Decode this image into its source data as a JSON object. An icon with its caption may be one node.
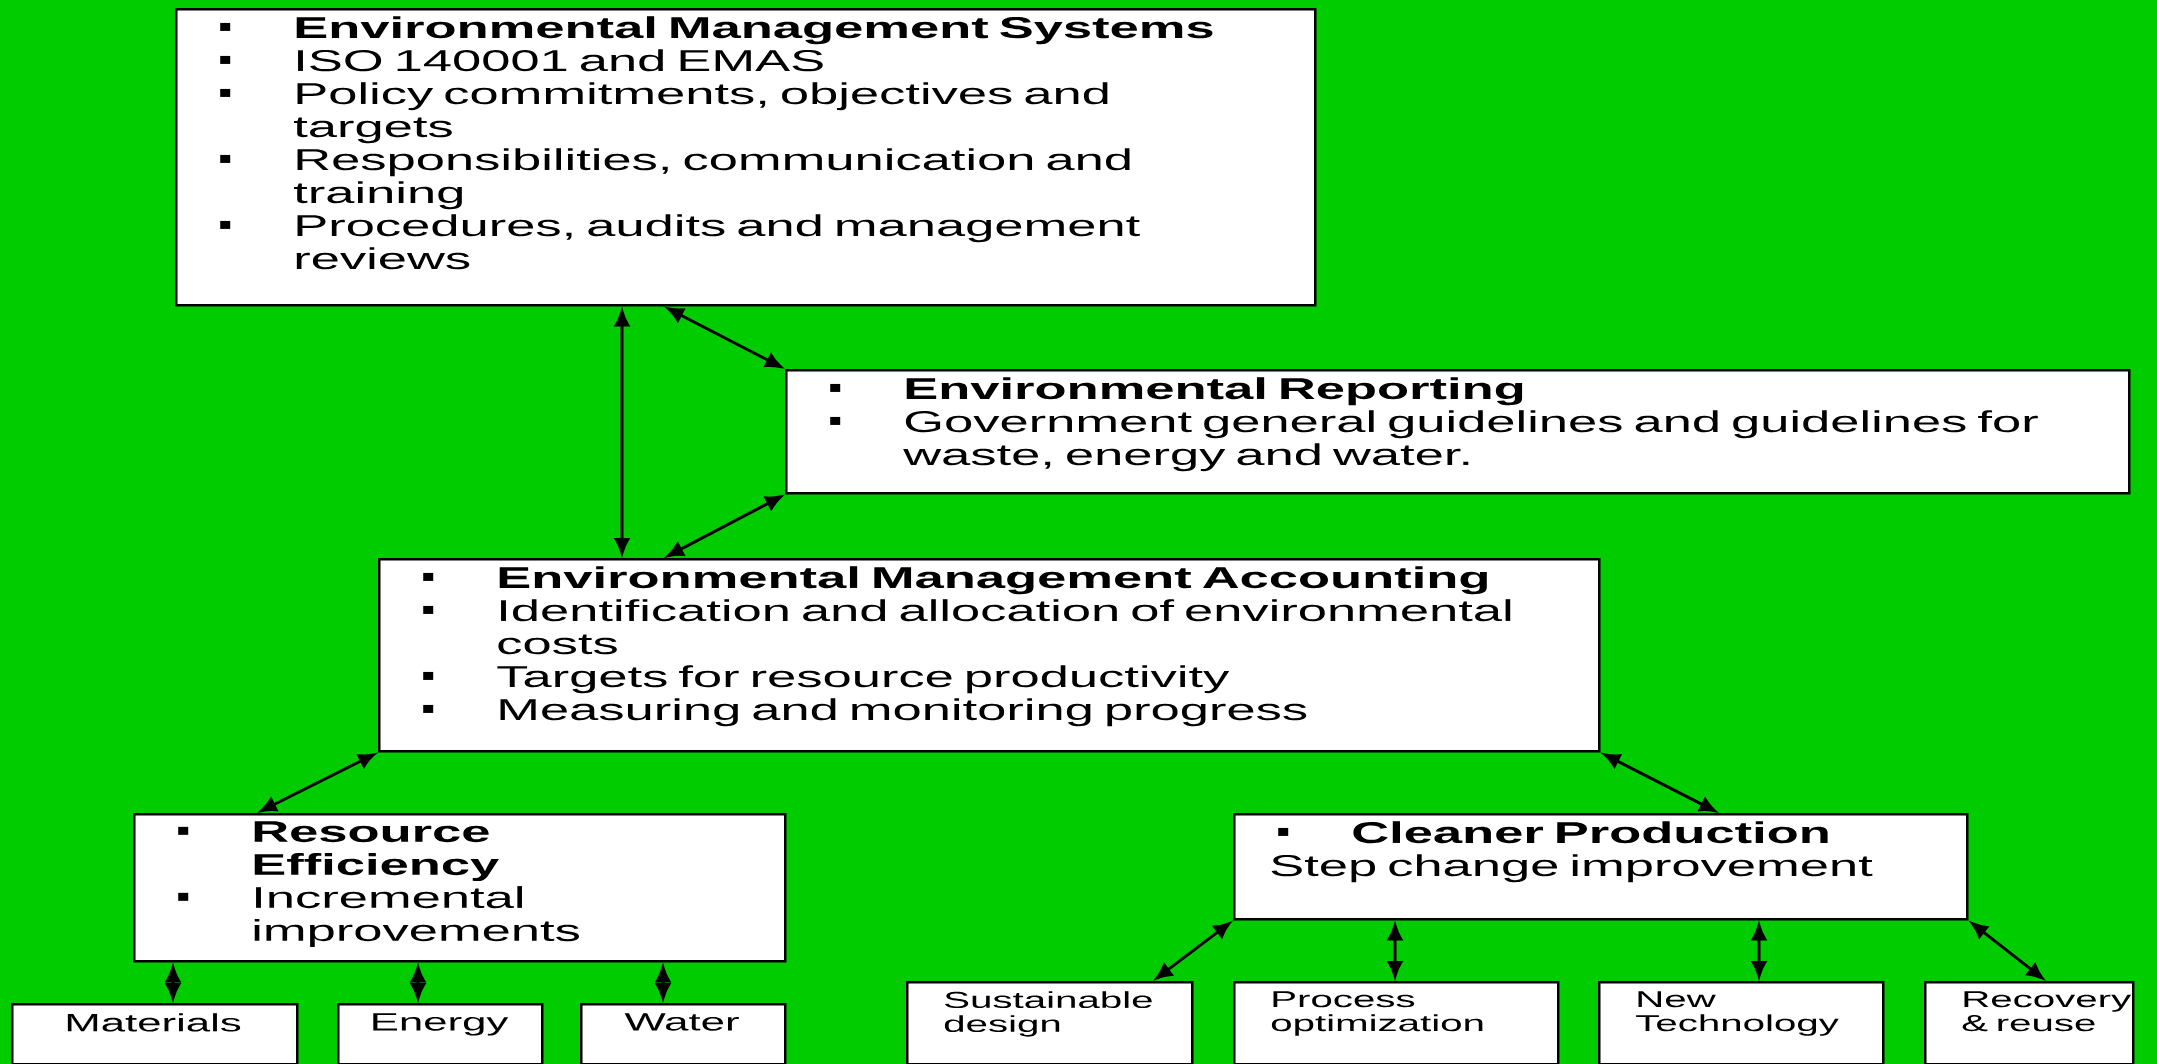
{
  "diagram": {
    "nodes": [
      {
        "text": [
          "Environmental Management Systems",
          "ISO 140001 and EMAS",
          "Policy commitments, objectives and targets",
          "Responsibilities, communication and training",
          "Procedures, audits and management reviews"
        ]
      },
      {
        "text": [
          "Environmental Reporting",
          "Government general guidelines and guidelines for waste, energy and water."
        ]
      },
      {
        "text": [
          "Environmental Management Accounting",
          "Identification and allocation of environmental costs",
          "Targets for resource productivity",
          "Measuring and monitoring progress"
        ]
      },
      {
        "text": [
          "Resource Efficiency",
          "Incremental improvements"
        ]
      },
      {
        "text": [
          "Cleaner Production",
          "Step change improvement"
        ]
      },
      {
        "text": [
          "Materials"
        ]
      },
      {
        "text": [
          "Energy"
        ]
      },
      {
        "text": [
          "Water"
        ]
      },
      {
        "text": [
          "Sustainable design"
        ]
      },
      {
        "text": [
          "Process optimization"
        ]
      },
      {
        "text": [
          "New Technology"
        ]
      },
      {
        "text": [
          "Recovery & reuse"
        ]
      }
    ],
    "edges": [
      {
        "from": 0,
        "to": 2,
        "arrow": "both"
      },
      {
        "from": 0,
        "to": 1,
        "arrow": "both"
      },
      {
        "from": 1,
        "to": 2,
        "arrow": "both"
      },
      {
        "from": 2,
        "to": 3,
        "arrow": "both"
      },
      {
        "from": 2,
        "to": 4,
        "arrow": "both"
      },
      {
        "from": 3,
        "to": 5,
        "arrow": "both"
      },
      {
        "from": 3,
        "to": 6,
        "arrow": "both"
      },
      {
        "from": 3,
        "to": 7,
        "arrow": "both"
      },
      {
        "from": 4,
        "to": 8,
        "arrow": "both"
      },
      {
        "from": 4,
        "to": 9,
        "arrow": "both"
      },
      {
        "from": 4,
        "to": 10,
        "arrow": "both"
      },
      {
        "from": 4,
        "to": 11,
        "arrow": "both"
      }
    ]
  }
}
